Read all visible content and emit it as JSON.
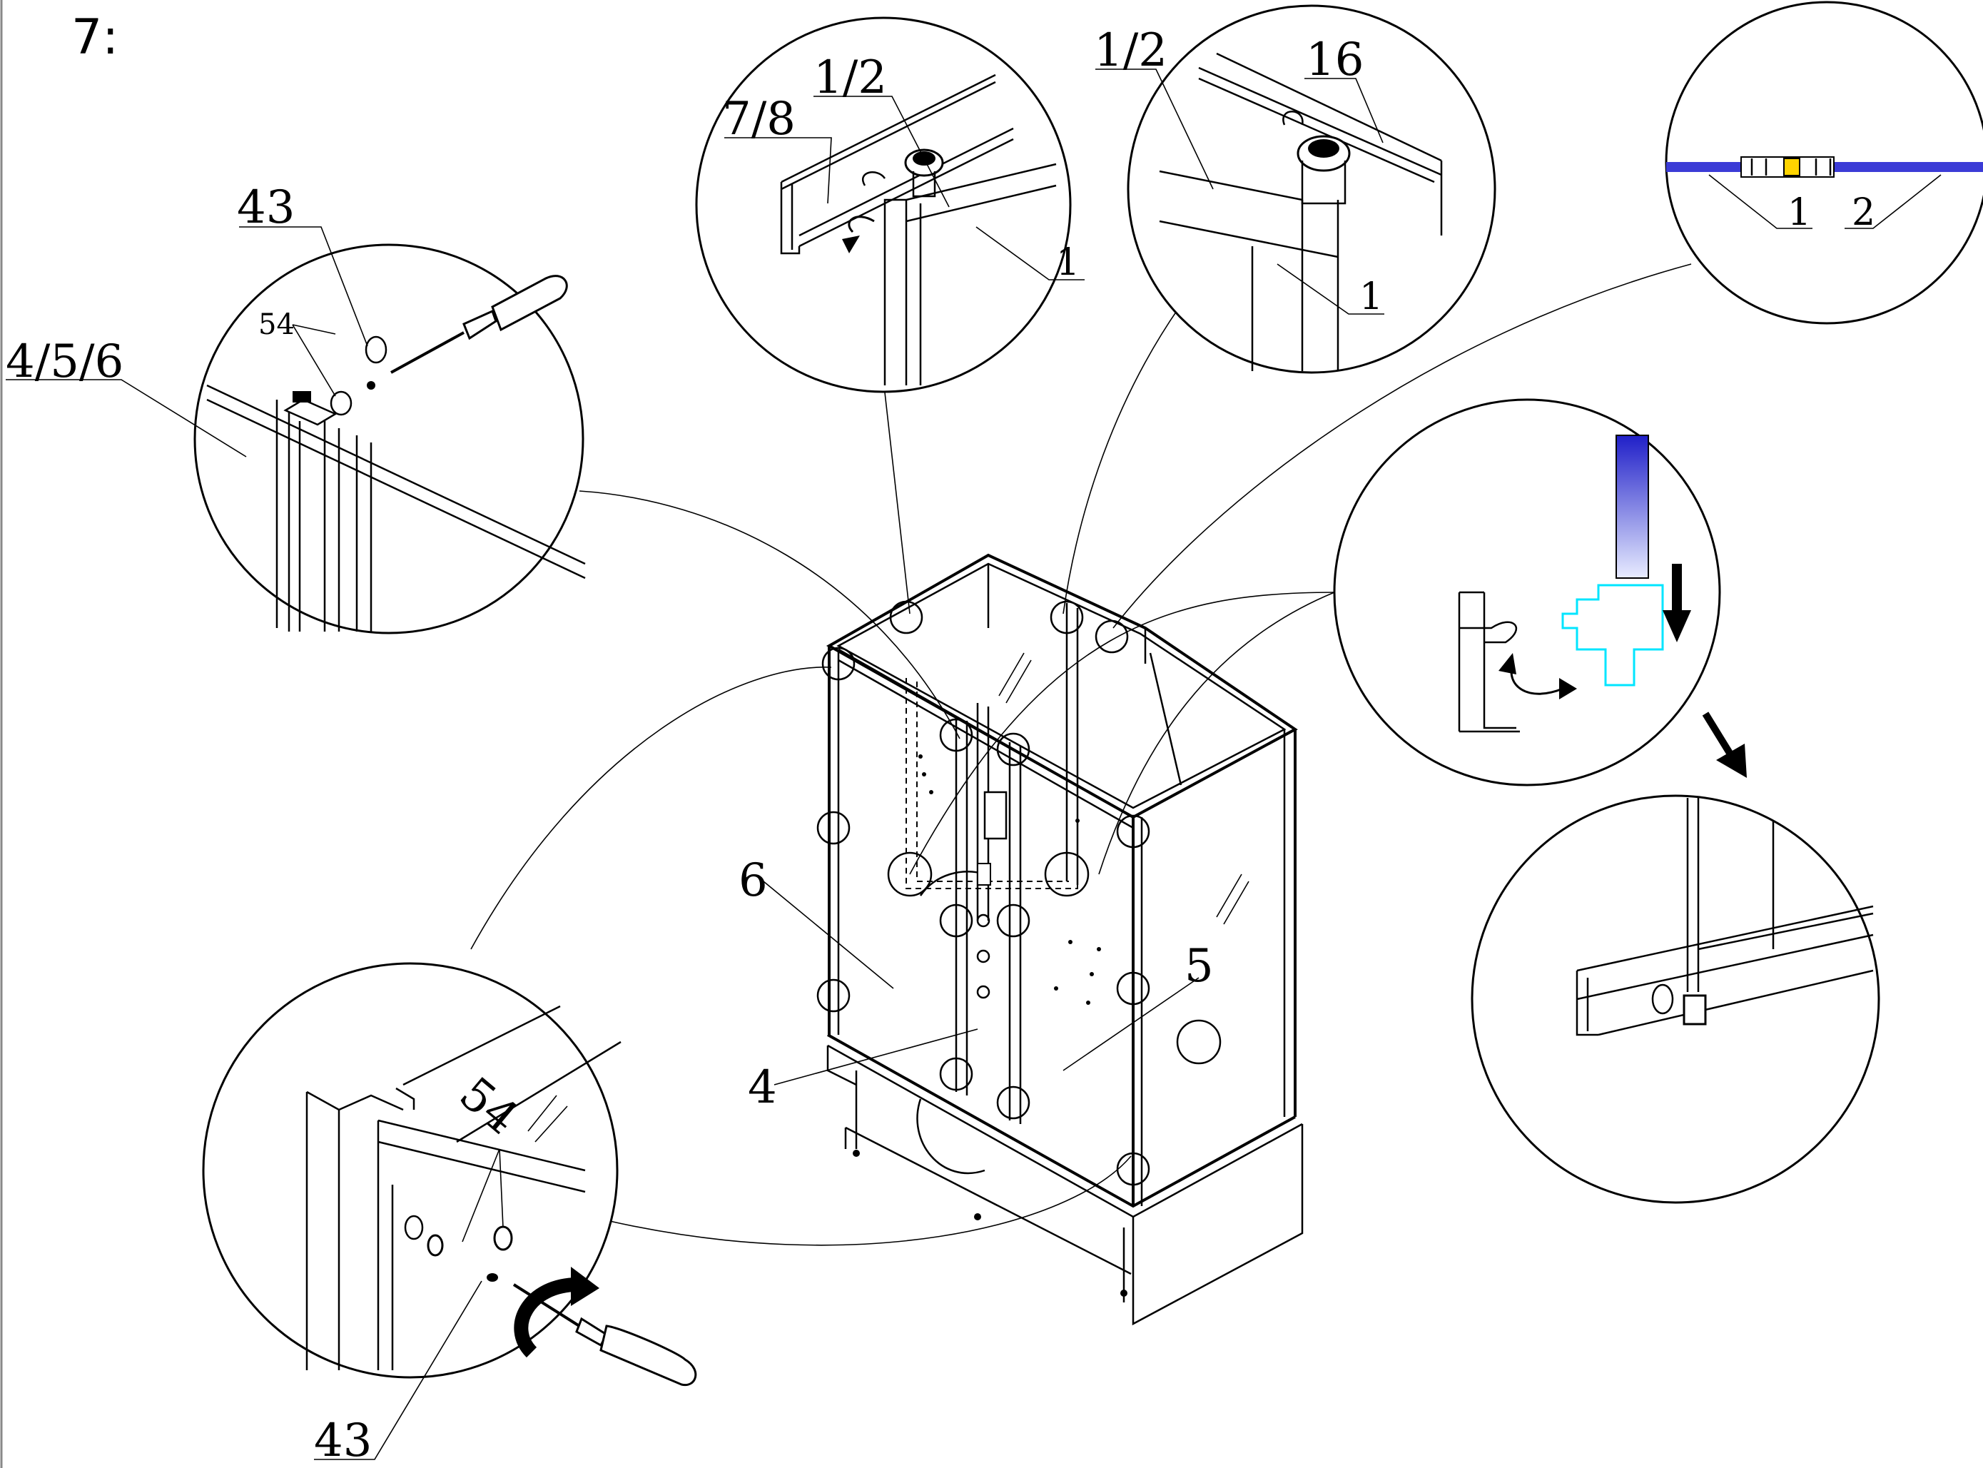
{
  "step_label": "7:",
  "labels": {
    "frame_4_5_6": "4/5/6",
    "screw_43_top": "43",
    "cap_54_top": "54",
    "rail_7_8": "7/8",
    "roller_1_2_a": "1/2",
    "panel_1_a": "1",
    "roller_1_2_b": "1/2",
    "rail_16": "16",
    "panel_1_b": "1",
    "seal_1": "1",
    "seal_2": "2",
    "panel_6": "6",
    "panel_5": "5",
    "panel_4": "4",
    "cap_54_bottom": "54",
    "screw_43_bottom": "43"
  },
  "colors": {
    "line": "#000000",
    "seal_blue": "#3b3bd6",
    "roller_blue": "#2a2ad0",
    "bracket_cyan": "#00e5ff",
    "seal_yellow": "#ffd400"
  },
  "icons": {
    "screwdriver_top": "screwdriver-icon",
    "screwdriver_bottom": "screwdriver-icon",
    "rotate_arrow": "rotate-arrow-icon",
    "down_arrow": "down-arrow-icon"
  }
}
